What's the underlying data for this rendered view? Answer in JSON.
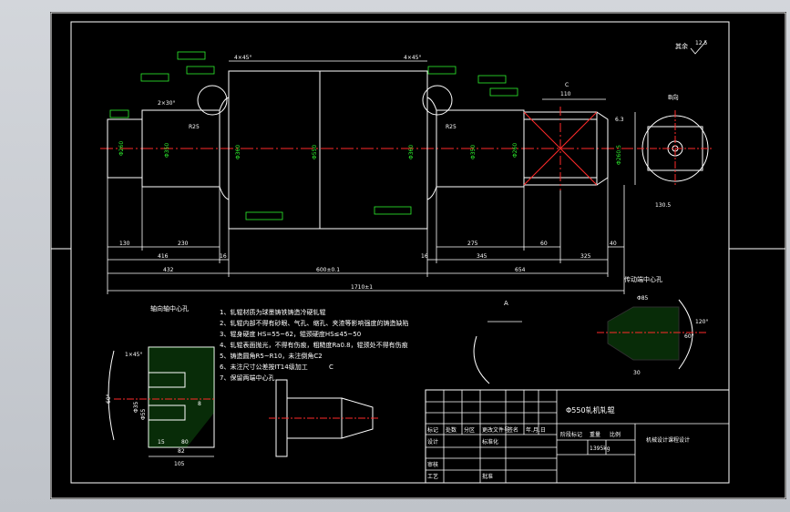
{
  "drawing": {
    "surface_finish_rest": "其余",
    "surface_finish_value": "12.5",
    "chamfers": {
      "left": "4×45°",
      "right": "4×45°",
      "small_left": "2×30°"
    },
    "left_block_label": "C",
    "section_label": "B向",
    "dims": {
      "d1": "130",
      "d2": "230",
      "d3": "416",
      "d4": "16",
      "d5": "432",
      "d6": "600±0.1",
      "d7": "16",
      "d8": "275",
      "d9": "345",
      "d10": "60",
      "d11": "654",
      "d12": "325",
      "d13": "40",
      "d14": "1710±1",
      "r_left": "R25",
      "r_right": "R25",
      "d_section": "130.5",
      "d_top": "110",
      "d_tag": "6.3"
    },
    "diameters": {
      "left1": "Φ260",
      "left2": "Φ350",
      "left3": "Φ360",
      "body": "Φ550",
      "right1": "Φ360",
      "right2": "Φ350",
      "right3": "Φ260",
      "right_block": "Φ260.5"
    },
    "tech_notes": [
      "1、轧辊材质为球墨铸铁铸造冷硬轧辊",
      "2、轧辊内部不得有砂眼、气孔、缩孔、夹渣等影响强度的铸造缺陷",
      "3、辊身硬度 HS=55~62，辊颈硬度HS≤45~50",
      "4、轧辊表面抛光，不得有伤痕，粗糙度Ra0.8，辊颈处不得有伤痕",
      "5、铸造圆角R5~R10，未注倒角C2",
      "6、未注尺寸公差按IT14级加工",
      "7、保留两端中心孔"
    ],
    "left_center_view_title": "轴向轴中心孔",
    "right_center_view_title": "传动端中心孔",
    "detail_label_a": "A",
    "detail_label_c": "C",
    "right_view_dims": {
      "angle": "60°",
      "angle2": "120°",
      "depth": "30",
      "d": "Φ85"
    },
    "left_view_dims": {
      "a": "1×45°",
      "b": "Φ35",
      "c": "Φ55",
      "d": "8",
      "e": "15",
      "f": "80",
      "g": "82",
      "h": "105",
      "angle": "60°"
    }
  },
  "title_block": {
    "part_name": "Φ550轧机轧辊",
    "headers": [
      "标记",
      "处数",
      "分区",
      "更改文件号",
      "签名",
      "年.月.日"
    ],
    "rows": {
      "designer": "设计",
      "standard": "标准化",
      "reviewer": "审核",
      "process": "工艺",
      "approve": "批准"
    },
    "stage_label": "阶段标记",
    "weight_label": "重量",
    "ratio_label": "比例",
    "weight_value": "1395kg",
    "company": "机械设计课程设计"
  }
}
